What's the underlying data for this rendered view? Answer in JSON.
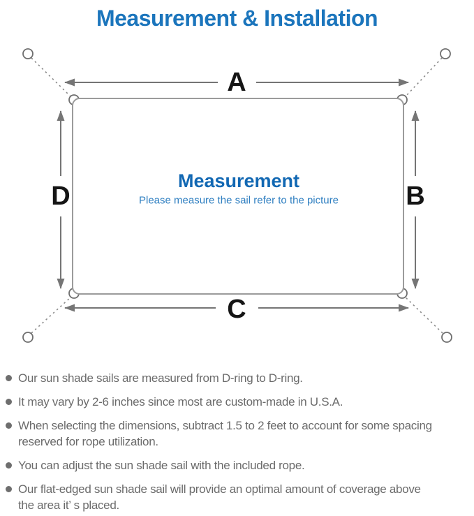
{
  "title": "Measurement & Installation",
  "colors": {
    "title_blue": "#1b75bc",
    "center_heading_blue": "#1268b3",
    "subtitle_blue": "#2f7fc1",
    "dimension_label_black": "#151515",
    "arrow_gray": "#757575",
    "sail_border_gray": "#9b9b9b",
    "note_text_gray": "#6b6b6b"
  },
  "diagram": {
    "labels": {
      "top": "A",
      "right": "B",
      "bottom": "C",
      "left": "D"
    },
    "center": {
      "heading": "Measurement",
      "subtitle": "Please measure the sail refer to the picture"
    }
  },
  "notes": {
    "items": [
      {
        "lines": [
          "Our sun shade sails are measured from D-ring to D-ring."
        ]
      },
      {
        "lines": [
          "It may vary by 2-6 inches since most are custom-made in U.S.A."
        ]
      },
      {
        "lines": [
          "When selecting the dimensions, subtract 1.5 to 2 feet to account for some spacing",
          "reserved for rope utilization."
        ]
      },
      {
        "lines": [
          "You can adjust the sun shade sail with the included rope."
        ]
      },
      {
        "lines": [
          "Our flat-edged sun shade sail will provide an optimal amount of coverage above",
          "the area it’ s placed."
        ]
      }
    ]
  }
}
